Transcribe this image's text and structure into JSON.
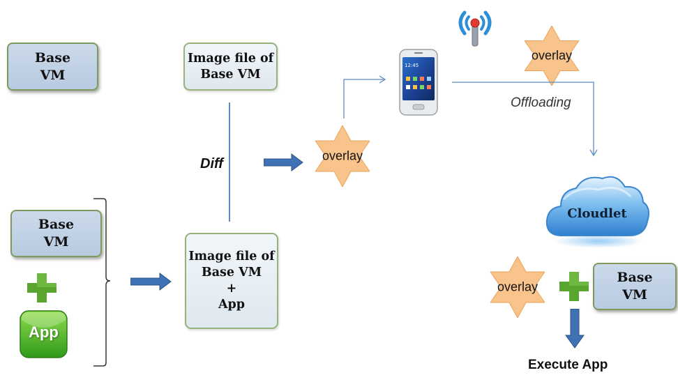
{
  "base_vm_top": {
    "line1": "Base",
    "line2": "VM"
  },
  "base_vm_left": {
    "line1": "Base",
    "line2": "VM"
  },
  "base_vm_right": {
    "line1": "Base",
    "line2": "VM"
  },
  "image_file_base": {
    "line1": "Image file of",
    "line2": "Base VM"
  },
  "image_file_app": {
    "line1": "Image file of",
    "line2": "Base VM",
    "line3": "+",
    "line4": "App"
  },
  "app_icon_label": "App",
  "diff_label": "Diff",
  "overlay_label": "overlay",
  "offloading_label": "Offloading",
  "cloudlet_label": "Cloudlet",
  "execute_label": "Execute App",
  "phone_clock": "12:45",
  "colors": {
    "vm_fill": "#c5d5e8",
    "overlay_star": "#f9c48b",
    "plus_green": "#5aa52f",
    "block_arrow": "#3f72b4",
    "connector": "#5b8bc4",
    "cloud": "#3e8ed8"
  }
}
